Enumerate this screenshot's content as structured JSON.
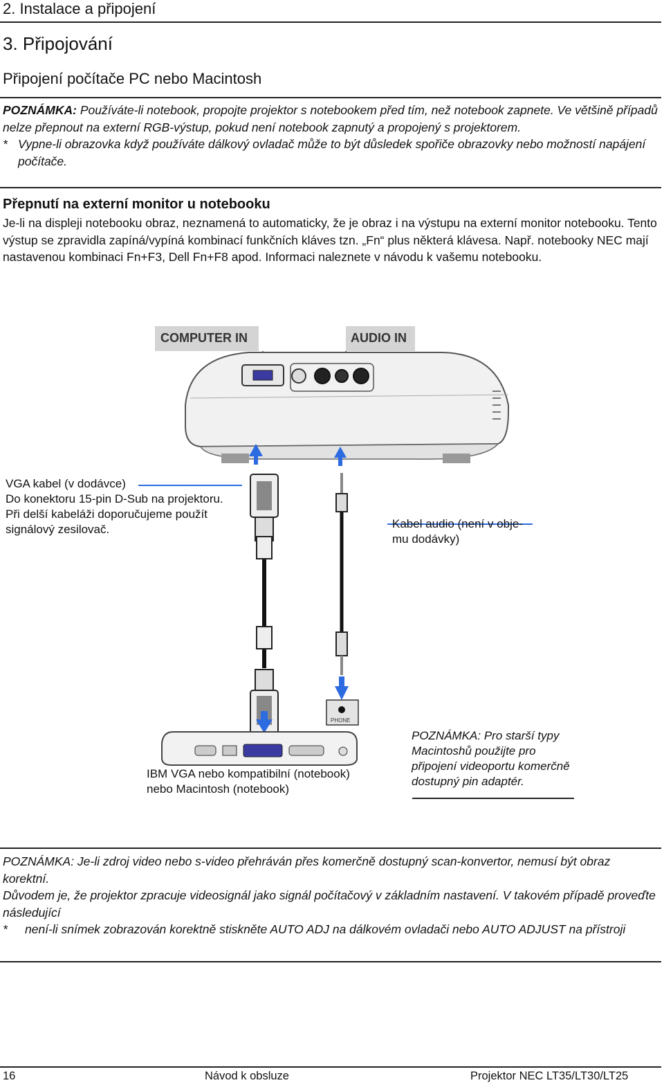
{
  "header": {
    "section": "2. Instalace a připojení",
    "chapter": "3. Připojování",
    "subtitle": "Připojení počítače PC nebo Macintosh"
  },
  "note1": {
    "label": "POZNÁMKA:",
    "text": "Používáte-li notebook, propojte projektor s notebookem před tím, než notebook zapnete. Ve většině případů  nelze přepnout na externí RGB-výstup, pokud není notebook zapnutý a propojený s projektorem.",
    "star": "*",
    "bullet": "Vypne-li obrazovka když používáte dálkový ovladač může to být důsledek spořiče obrazovky nebo možností napájení počítače."
  },
  "notebook_section": {
    "heading": "Přepnutí na externí monitor u notebooku",
    "text": "Je-li  na displeji notebooku obraz, neznamená to automaticky, že je obraz i na výstupu na externí monitor notebooku. Tento výstup se zpravidla zapíná/vypíná kombinací funkčních kláves tzn. „Fn“ plus některá klávesa. Např. notebooky NEC mají nastavenou kombinaci Fn+F3, Dell Fn+F8 apod. Informaci naleznete v návodu k vašemu notebooku."
  },
  "diagram": {
    "computer_in_label": "COMPUTER IN",
    "audio_in_label": "AUDIO IN",
    "phone_label": "PHONE",
    "vga_line1": "VGA kabel (v dodávce)",
    "vga_line2": "Do konektoru 15-pin D-Sub na projektoru.",
    "vga_line3": "Při delší kabeláži doporučujeme použít",
    "vga_line4": "signálový zesilovač.",
    "audio_line1": "Kabel audio (není v obje-",
    "audio_line2": "mu dodávky)",
    "notebook_line1": "IBM VGA nebo kompatibilní (notebook)",
    "notebook_line2": "nebo Macintosh (notebook)",
    "mac_line1": "POZNÁMKA: Pro starší typy",
    "mac_line2": "Macintoshů použijte pro",
    "mac_line3": "připojení videoportu komerčně",
    "mac_line4": "dostupný pin adaptér."
  },
  "note2": {
    "line1": "POZNÁMKA: Je-li zdroj video nebo s-video přehráván přes komerčně dostupný scan-konvertor, nemusí být obraz korektní.",
    "line2": "Důvodem je, že projektor zpracuje videosignál jako signál počítačový v základním nastavení. V takovém případě proveďte následující",
    "star": "*",
    "bullet": "není-li snímek zobrazován korektně stiskněte AUTO ADJ na dálkovém ovladači nebo AUTO ADJUST na přístroji"
  },
  "footer": {
    "page": "16",
    "center": "Návod k obsluze",
    "right": "Projektor NEC LT35/LT30/LT25"
  }
}
